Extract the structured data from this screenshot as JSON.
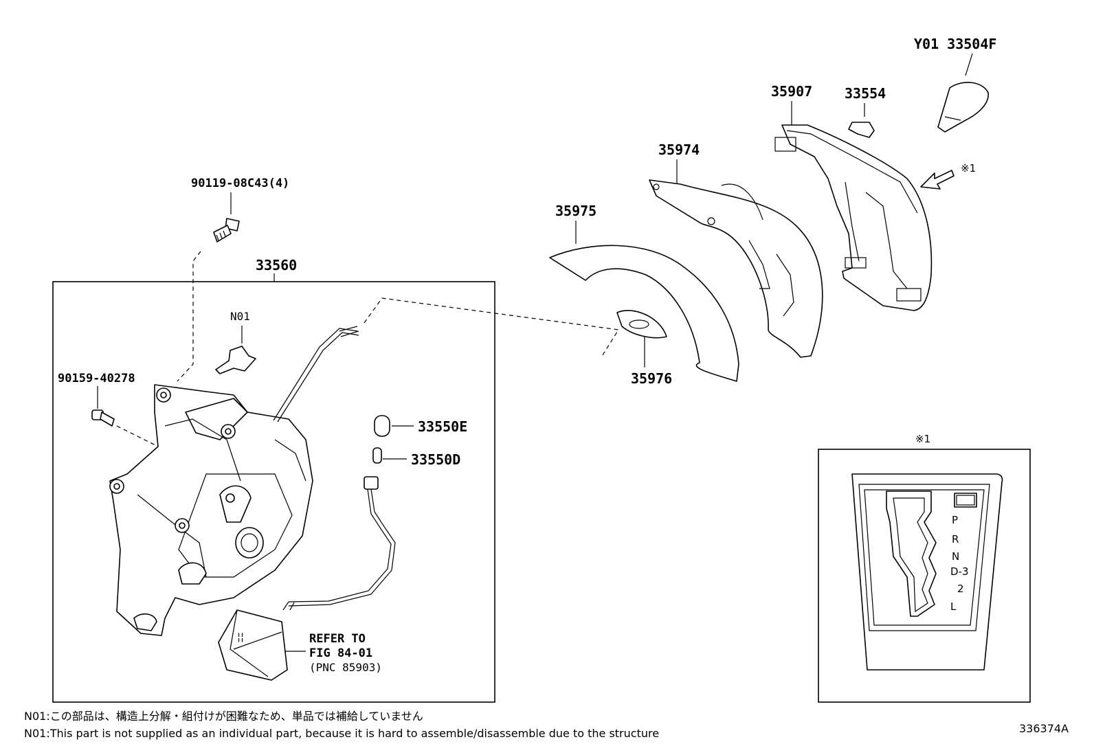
{
  "labels": {
    "y01_33504f": "Y01 33504F",
    "p35907": "35907",
    "p33554": "33554",
    "p35974": "35974",
    "p35975": "35975",
    "p35976": "35976",
    "p90119": "90119-08C43(4)",
    "p33560": "33560",
    "n01": "N01",
    "p90159": "90159-40278",
    "p33550e": "33550E",
    "p33550d": "33550D",
    "refer1": "REFER TO",
    "refer2": "FIG 84-01",
    "refer3": "(PNC 85903)",
    "mark1": "※1",
    "mark1_box": "※1"
  },
  "gate_positions": [
    "P",
    "R",
    "N",
    "D-3",
    "2",
    "L"
  ],
  "notes": {
    "jp": "N01:この部品は、構造上分解・組付けが困難なため、単品では補給していません",
    "en": "N01:This part is not supplied as an individual part, because it is hard to assemble/disassemble due to the structure"
  },
  "figure_id": "336374A"
}
